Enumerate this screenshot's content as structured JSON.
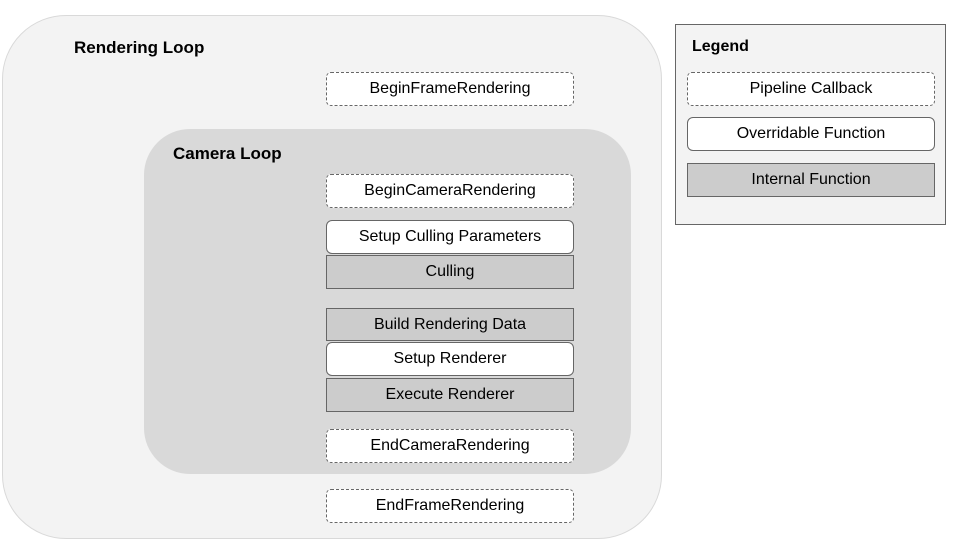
{
  "rendering_loop": {
    "title": "Rendering Loop",
    "begin_frame": "BeginFrameRendering",
    "end_frame": "EndFrameRendering"
  },
  "camera_loop": {
    "title": "Camera Loop",
    "begin_camera": "BeginCameraRendering",
    "setup_culling": "Setup Culling Parameters",
    "culling": "Culling",
    "build_data": "Build Rendering Data",
    "setup_renderer": "Setup Renderer",
    "execute_renderer": "Execute Renderer",
    "end_camera": "EndCameraRendering"
  },
  "legend": {
    "title": "Legend",
    "pipeline_callback": "Pipeline Callback",
    "overridable_function": "Overridable Function",
    "internal_function": "Internal Function"
  },
  "colors": {
    "rendering_loop_bg": "#f3f3f3",
    "camera_loop_bg": "#d9d9d9",
    "internal_fill": "#cccccc",
    "box_border": "#666666"
  }
}
